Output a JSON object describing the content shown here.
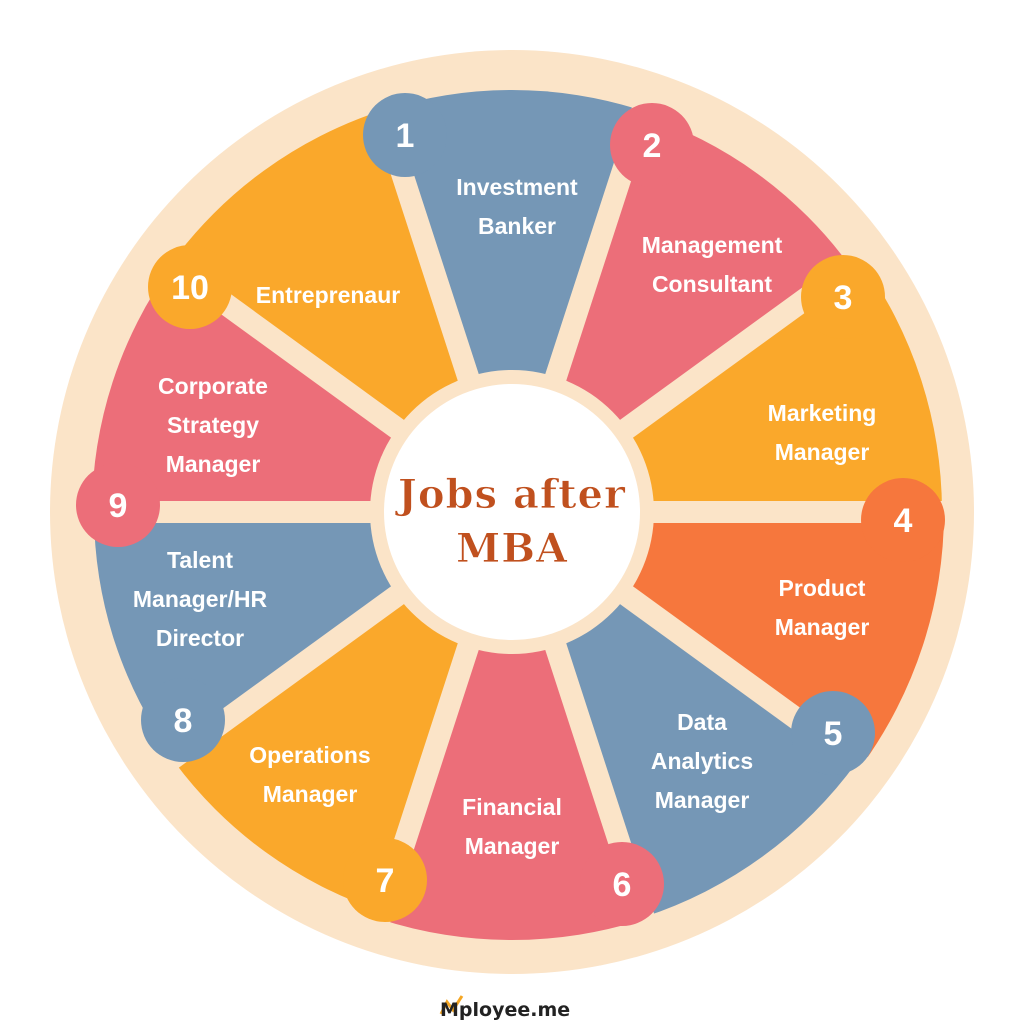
{
  "title": {
    "line1": "Jobs after",
    "line2": "MBA"
  },
  "colors": {
    "blue": "#7597b6",
    "pink": "#ec6e79",
    "orange": "#faa82b",
    "redorange": "#f6773d",
    "beige": "#fbe4c8",
    "title": "#c0501e"
  },
  "items": [
    {
      "number": "1",
      "lines": [
        "Investment",
        "Banker"
      ],
      "color": "#7597b6"
    },
    {
      "number": "2",
      "lines": [
        "Management",
        "Consultant"
      ],
      "color": "#ec6e79"
    },
    {
      "number": "3",
      "lines": [
        "Marketing",
        "Manager"
      ],
      "color": "#faa82b"
    },
    {
      "number": "4",
      "lines": [
        "Product",
        "Manager"
      ],
      "color": "#f6773d"
    },
    {
      "number": "5",
      "lines": [
        "Data",
        "Analytics",
        "Manager"
      ],
      "color": "#7597b6"
    },
    {
      "number": "6",
      "lines": [
        "Financial",
        "Manager"
      ],
      "color": "#ec6e79"
    },
    {
      "number": "7",
      "lines": [
        "Operations",
        "Manager"
      ],
      "color": "#faa82b"
    },
    {
      "number": "8",
      "lines": [
        "Talent",
        "Manager/HR",
        "Director"
      ],
      "color": "#7597b6"
    },
    {
      "number": "9",
      "lines": [
        "Corporate",
        "Strategy",
        "Manager"
      ],
      "color": "#ec6e79"
    },
    {
      "number": "10",
      "lines": [
        "Entreprenaur"
      ],
      "color": "#faa82b"
    }
  ],
  "logo": {
    "text": "Mployee.me"
  }
}
